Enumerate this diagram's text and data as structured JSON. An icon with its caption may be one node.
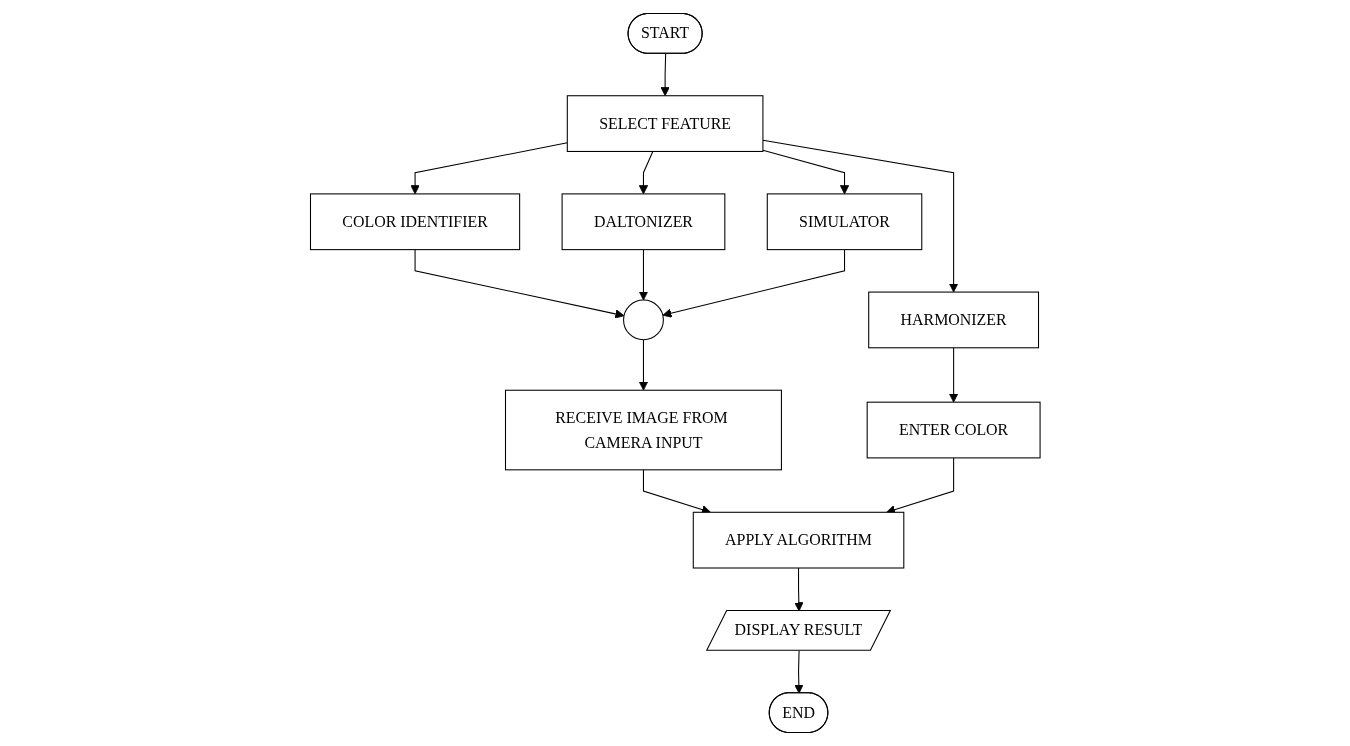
{
  "diagram": {
    "nodes": [
      {
        "text": [
          "START"
        ]
      },
      {
        "text": [
          "SELECT FEATURE"
        ]
      },
      {
        "text": [
          "COLOR IDENTIFIER"
        ]
      },
      {
        "text": [
          "DALTONIZER"
        ]
      },
      {
        "text": [
          "SIMULATOR"
        ]
      },
      {
        "text": [
          "HARMONIZER"
        ]
      },
      {
        "text": [],
        "shape": "circle"
      },
      {
        "text": [
          "RECEIVE IMAGE FROM CAMERA INPUT"
        ]
      },
      {
        "text": [
          "APPLY ALGORITHM"
        ]
      },
      {
        "text": [
          "ENTER COLOR"
        ]
      },
      {
        "text": [
          "DISPLAY RESULT"
        ]
      },
      {
        "text": [
          "END"
        ]
      }
    ],
    "edges": [
      {
        "from": 0,
        "to": 1,
        "arrow": "to"
      },
      {
        "from": 1,
        "to": 2,
        "arrow": "to"
      },
      {
        "from": 1,
        "to": 3,
        "arrow": "to"
      },
      {
        "from": 1,
        "to": 4,
        "arrow": "to"
      },
      {
        "from": 1,
        "to": 5,
        "arrow": "to"
      },
      {
        "from": 2,
        "to": 6,
        "arrow": "to"
      },
      {
        "from": 3,
        "to": 6,
        "arrow": "to"
      },
      {
        "from": 4,
        "to": 6,
        "arrow": "to"
      },
      {
        "from": 6,
        "to": 7,
        "arrow": "to"
      },
      {
        "from": 7,
        "to": 8,
        "arrow": "to"
      },
      {
        "from": 5,
        "to": 9,
        "arrow": "to"
      },
      {
        "from": 9,
        "to": 8,
        "arrow": "to"
      },
      {
        "from": 8,
        "to": 10,
        "arrow": "to"
      },
      {
        "from": 10,
        "to": 11,
        "arrow": "to"
      }
    ]
  }
}
